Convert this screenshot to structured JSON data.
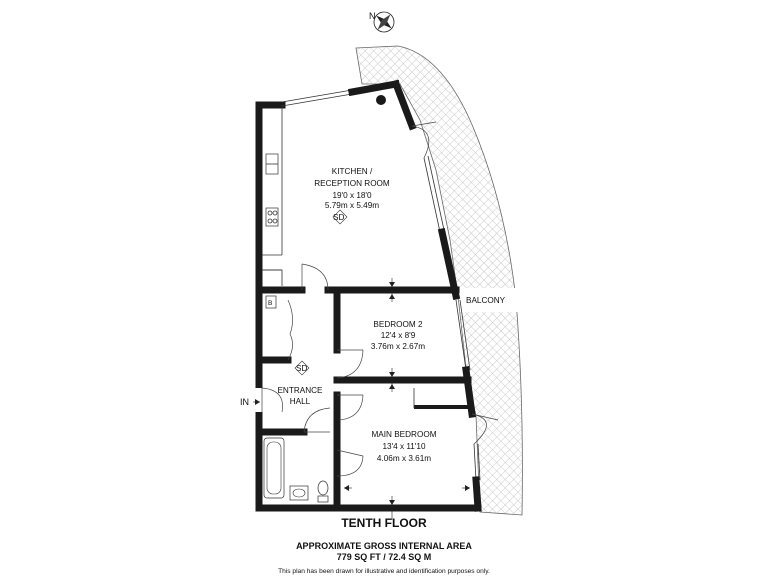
{
  "compass": {
    "label": "N",
    "icon": "compass-rose-icon"
  },
  "rooms": {
    "kitchen": {
      "name_line1": "KITCHEN /",
      "name_line2": "RECEPTION ROOM",
      "imperial": "19'0 x 18'0",
      "metric": "5.79m x 5.49m",
      "tag": "SD"
    },
    "bedroom2": {
      "name": "BEDROOM 2",
      "imperial": "12'4 x 8'9",
      "metric": "3.76m x 2.67m"
    },
    "main_bedroom": {
      "name": "MAIN BEDROOM",
      "imperial": "13'4 x 11'10",
      "metric": "4.06m x 3.61m"
    },
    "entrance": {
      "name_line1": "ENTRANCE",
      "name_line2": "HALL",
      "tag": "SD"
    },
    "balcony": {
      "name": "BALCONY"
    },
    "boiler": {
      "tag": "B"
    }
  },
  "entry": {
    "label": "IN"
  },
  "footer": {
    "floor": "TENTH FLOOR",
    "area_title": "APPROXIMATE GROSS INTERNAL AREA",
    "area_value": "779 SQ FT / 72.4 SQ M",
    "disclaimer": "This plan has been drawn for illustrative and identification purposes only."
  },
  "colors": {
    "wall": "#1a1a1a",
    "balcony_hatch": "#b5b5b5",
    "background": "#ffffff"
  }
}
